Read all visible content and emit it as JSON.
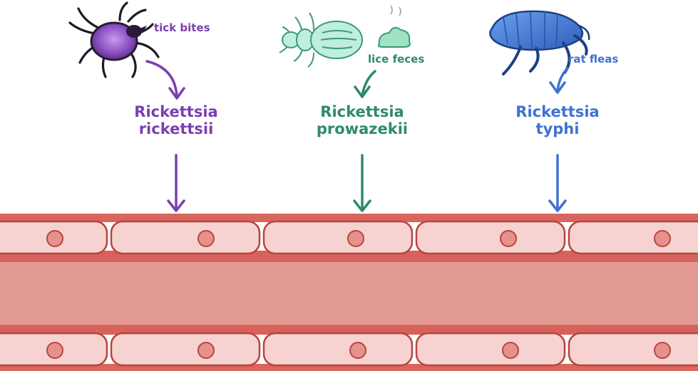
{
  "colors": {
    "tick": "#7a3fb0",
    "lice": "#2e8b66",
    "flea": "#3f72d0",
    "vessel_wall": "#c9504a",
    "vessel_lumen": "#e29a92",
    "cell_fill": "#f6d3d0",
    "nucleus": "#e6928c"
  },
  "icons": {
    "tick": "tick-icon",
    "louse": "louse-icon",
    "feces": "feces-icon",
    "flea": "flea-icon"
  },
  "columns": [
    {
      "vector_label": "tick bites",
      "species_line1": "Rickettsia",
      "species_line2": "rickettsii"
    },
    {
      "vector_label": "lice feces",
      "species_line1": "Rickettsia",
      "species_line2": "prowazekii"
    },
    {
      "vector_label": "rat fleas",
      "species_line1": "Rickettsia",
      "species_line2": "typhi"
    }
  ]
}
